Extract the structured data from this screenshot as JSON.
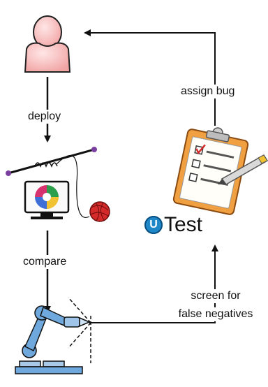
{
  "labels": {
    "deploy": "deploy",
    "compare": "compare",
    "assign_bug": "assign bug",
    "screen_for": "screen for",
    "false_negatives": "false negatives"
  },
  "brand": {
    "badge_letter": "U",
    "name": "Test"
  },
  "colors": {
    "person_fill": "#f7c7c7",
    "clipboard": "#f0a040",
    "brand_badge": "#1f88c9",
    "robot_blue": "#6fa8dc",
    "ball_red": "#d42a2a"
  }
}
